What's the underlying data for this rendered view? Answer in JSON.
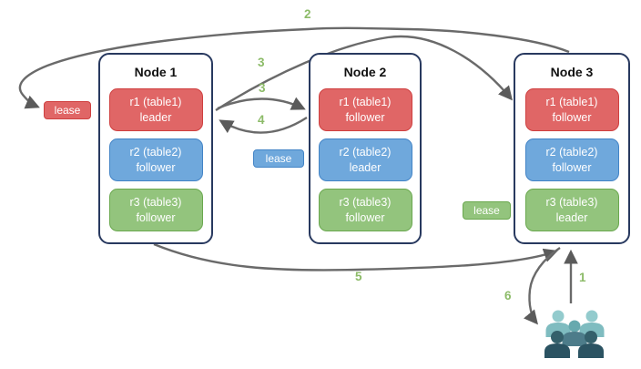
{
  "diagram": {
    "nodes": [
      {
        "title": "Node 1",
        "replicas": [
          {
            "name": "r1 (table1)",
            "role": "leader",
            "color": "#e06666"
          },
          {
            "name": "r2 (table2)",
            "role": "follower",
            "color": "#6fa8dc"
          },
          {
            "name": "r3 (table3)",
            "role": "follower",
            "color": "#93c47d"
          }
        ]
      },
      {
        "title": "Node 2",
        "replicas": [
          {
            "name": "r1 (table1)",
            "role": "follower",
            "color": "#e06666"
          },
          {
            "name": "r2 (table2)",
            "role": "leader",
            "color": "#6fa8dc"
          },
          {
            "name": "r3 (table3)",
            "role": "follower",
            "color": "#93c47d"
          }
        ]
      },
      {
        "title": "Node 3",
        "replicas": [
          {
            "name": "r1 (table1)",
            "role": "follower",
            "color": "#e06666"
          },
          {
            "name": "r2 (table2)",
            "role": "follower",
            "color": "#6fa8dc"
          },
          {
            "name": "r3 (table3)",
            "role": "leader",
            "color": "#93c47d"
          }
        ]
      }
    ],
    "leases": [
      {
        "label": "lease",
        "color": "#e06666"
      },
      {
        "label": "lease",
        "color": "#6fa8dc"
      },
      {
        "label": "lease",
        "color": "#93c47d"
      }
    ],
    "step_labels": {
      "s1": "1",
      "s2": "2",
      "s3a": "3",
      "s3b": "3",
      "s4": "4",
      "s5": "5",
      "s6": "6"
    },
    "icons": {
      "users": "users-group-icon"
    },
    "colors": {
      "red_fill": "#e06666",
      "red_border": "#cf4040",
      "blue_fill": "#6fa8dc",
      "blue_border": "#4384c6",
      "green_fill": "#93c47d",
      "green_border": "#6aa84f",
      "node_border": "#28395f",
      "arrow": "#6a6a6a",
      "step_label": "#8cbb68",
      "users_light_head": "#93cbcd",
      "users_light_body": "#7fbcc0",
      "users_mid_head": "#67a9ae",
      "users_mid_body": "#4d7c8a",
      "users_dark_head": "#34606b",
      "users_dark_body": "#2b5362"
    }
  }
}
